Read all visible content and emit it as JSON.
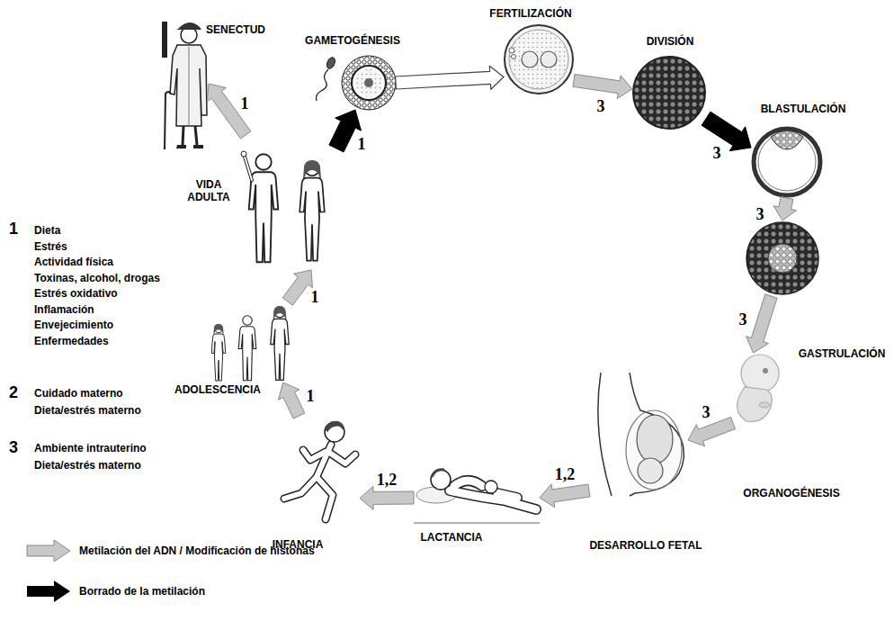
{
  "diagram": {
    "nodes": [
      {
        "text": [
          "SENECTUD"
        ]
      },
      {
        "text": [
          "GAMETOGÉNESIS"
        ]
      },
      {
        "text": [
          "FERTILIZACIÓN"
        ]
      },
      {
        "text": [
          "DIVISIÓN"
        ]
      },
      {
        "text": [
          "BLASTULACIÓN"
        ]
      },
      {
        "text": [
          "GASTRULACIÓN"
        ]
      },
      {
        "text": [
          "ORGANOGÉNESIS"
        ]
      },
      {
        "text": [
          "DESARROLLO FETAL"
        ]
      },
      {
        "text": [
          "LACTANCIA"
        ]
      },
      {
        "text": [
          "INFANCIA"
        ]
      },
      {
        "text": [
          "ADOLESCENCIA"
        ]
      },
      {
        "text": [
          "VIDA ADULTA"
        ]
      }
    ],
    "edges": [
      {
        "from": 11,
        "to": 0,
        "arrow": "to",
        "label": "1"
      },
      {
        "from": 11,
        "to": 1,
        "arrow": "to",
        "label": "1"
      },
      {
        "from": 1,
        "to": 2,
        "arrow": "to"
      },
      {
        "from": 2,
        "to": 3,
        "arrow": "to",
        "label": "3"
      },
      {
        "from": 3,
        "to": 4,
        "arrow": "to",
        "label": "3"
      },
      {
        "from": 4,
        "to": 5,
        "arrow": "to",
        "label": "3"
      },
      {
        "from": 5,
        "to": 6,
        "arrow": "to",
        "label": "3"
      },
      {
        "from": 6,
        "to": 7,
        "arrow": "to",
        "label": "3"
      },
      {
        "from": 7,
        "to": 8,
        "arrow": "to",
        "label": "1,2"
      },
      {
        "from": 8,
        "to": 9,
        "arrow": "to",
        "label": "1,2"
      },
      {
        "from": 9,
        "to": 10,
        "arrow": "to",
        "label": "1"
      },
      {
        "from": 10,
        "to": 11,
        "arrow": "to",
        "label": "1"
      }
    ],
    "labels": [
      "1",
      "Dieta",
      "Estrés",
      "Actividad física",
      "Toxinas, alcohol, drogas",
      "Estrés oxidativo",
      "Inflamación",
      "Envejecimiento",
      "Enfermedades",
      "2",
      "Cuidado materno",
      "Dieta/estrés materno",
      "3",
      "Ambiente intrauterino",
      "Dieta/estrés materno"
    ],
    "legend": [
      {
        "text": "Metilación del ADN / Modificación de histonas"
      },
      {
        "text": "Borrado de la metilación"
      }
    ]
  }
}
